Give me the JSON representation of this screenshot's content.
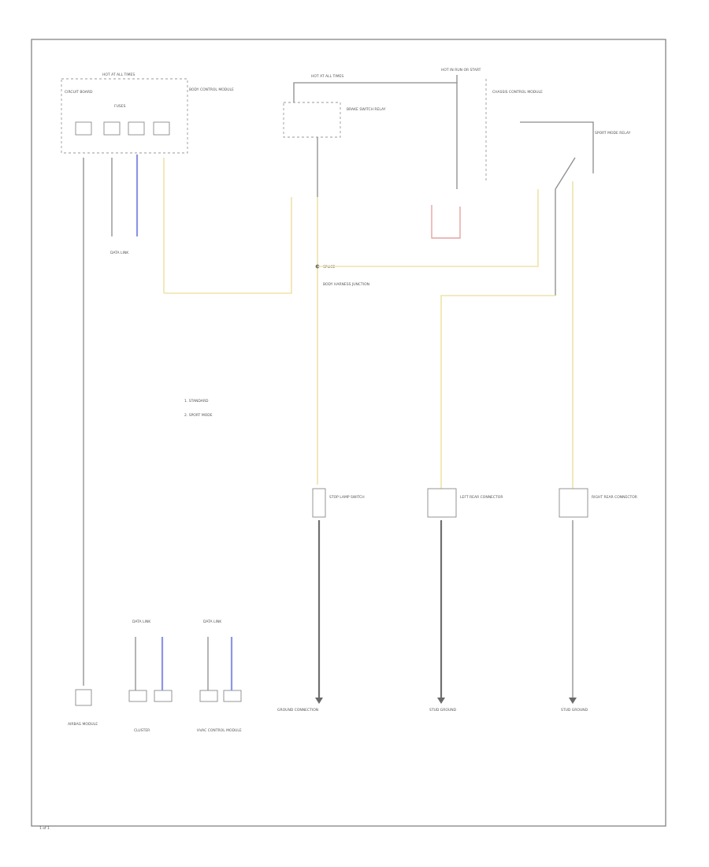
{
  "legend": {
    "item1": "1. STANDARD",
    "item2": "2. SPORT MODE"
  },
  "labels": {
    "fuse_group_left": "HOT AT ALL TIMES",
    "fuse_group_mid": "HOT AT ALL TIMES",
    "fuse_group_right": "HOT IN RUN OR START",
    "cbcm": "CIRCUIT BOARD",
    "cbcm_sub": "FUSES",
    "body_control": "BODY CONTROL MODULE",
    "relay_mid": "BRAKE SWITCH RELAY",
    "relay_right": "CHASSIS CONTROL MODULE",
    "relay_far": "SPORT MODE RELAY",
    "splice_main": "SPLICE",
    "connector_main": "BODY HARNESS JUNCTION",
    "stop_switch": "STOP LAMP SWITCH",
    "left_conn": "LEFT REAR CONNECTOR",
    "right_conn": "RIGHT REAR CONNECTOR",
    "ground_main": "GROUND CONNECTION",
    "ground_left": "STUD GROUND",
    "ground_right": "STUD GROUND",
    "cluster": "CLUSTER",
    "hvac": "HVAC CONTROL MODULE",
    "airbag": "AIRBAG MODULE",
    "data_link_1": "DATA LINK",
    "data_link_2": "DATA LINK",
    "data_link_3": "DATA LINK",
    "page_id": "1 of 1"
  }
}
